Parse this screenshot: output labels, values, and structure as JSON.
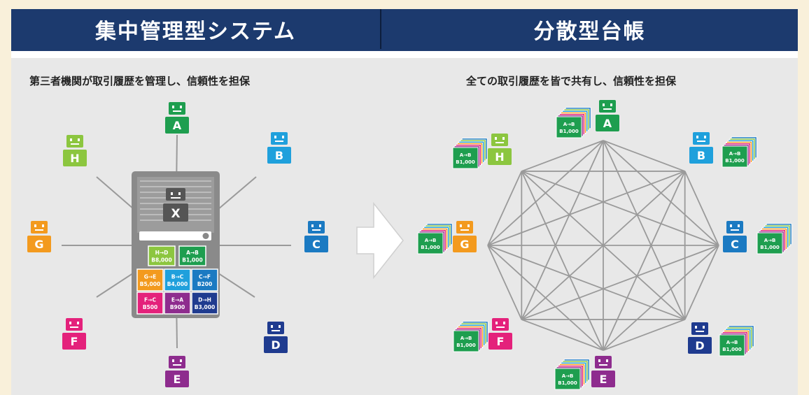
{
  "headers": {
    "left": "集中管理型システム",
    "right": "分散型台帳"
  },
  "subtitles": {
    "left": "第三者機関が取引履歴を管理し、信頼性を担保",
    "right": "全ての取引履歴を皆で共有し、信頼性を担保"
  },
  "nodes": [
    {
      "id": "A",
      "color": "#1e9e4f"
    },
    {
      "id": "B",
      "color": "#1fa0dc"
    },
    {
      "id": "C",
      "color": "#1b7ac2"
    },
    {
      "id": "D",
      "color": "#1f3b8f"
    },
    {
      "id": "E",
      "color": "#8e2c8e"
    },
    {
      "id": "F",
      "color": "#e4217b"
    },
    {
      "id": "G",
      "color": "#f39a1e"
    },
    {
      "id": "H",
      "color": "#8cc63f"
    }
  ],
  "server": {
    "label": "X",
    "color": "#666666"
  },
  "transactions": [
    {
      "pair": "H→D",
      "amount": "B8,000",
      "color": "#8cc63f"
    },
    {
      "pair": "A→B",
      "amount": "B1,000",
      "color": "#1e9e4f"
    },
    {
      "pair": "G→E",
      "amount": "B5,000",
      "color": "#f39a1e"
    },
    {
      "pair": "B→C",
      "amount": "B4,000",
      "color": "#1fa0dc"
    },
    {
      "pair": "C→F",
      "amount": "B200",
      "color": "#1b7ac2"
    },
    {
      "pair": "F→C",
      "amount": "B500",
      "color": "#e4217b"
    },
    {
      "pair": "E→A",
      "amount": "B900",
      "color": "#8e2c8e"
    },
    {
      "pair": "D→H",
      "amount": "B3,000",
      "color": "#1f3b8f"
    }
  ],
  "ledger": {
    "pair": "A→B",
    "amount": "B1,000",
    "color": "#1e9e4f"
  },
  "stack_colors": [
    "#1f3b8f",
    "#8e2c8e",
    "#e4217b",
    "#f39a1e",
    "#1fa0dc",
    "#8cc63f",
    "#1b7ac2"
  ]
}
